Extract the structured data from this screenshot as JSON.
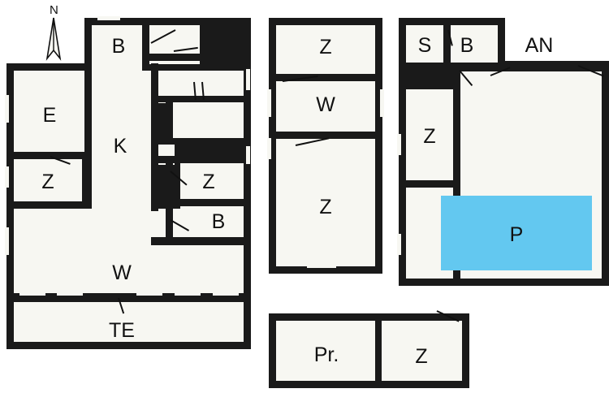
{
  "diagram": {
    "type": "floor-plan",
    "compass": {
      "label": "N"
    },
    "rooms": [
      {
        "id": "B-top",
        "label": "B"
      },
      {
        "id": "E",
        "label": "E"
      },
      {
        "id": "K",
        "label": "K"
      },
      {
        "id": "Z-left",
        "label": "Z"
      },
      {
        "id": "Z-mid-left",
        "label": "Z"
      },
      {
        "id": "B-mid",
        "label": "B"
      },
      {
        "id": "W-main",
        "label": "W"
      },
      {
        "id": "TE",
        "label": "TE"
      },
      {
        "id": "Z-block2-top",
        "label": "Z"
      },
      {
        "id": "W-block2",
        "label": "W"
      },
      {
        "id": "Z-block2-bottom",
        "label": "Z"
      },
      {
        "id": "S",
        "label": "S"
      },
      {
        "id": "B-block3",
        "label": "B"
      },
      {
        "id": "AN",
        "label": "AN"
      },
      {
        "id": "Z-block3",
        "label": "Z"
      },
      {
        "id": "P",
        "label": "P"
      },
      {
        "id": "Pr",
        "label": "Pr."
      },
      {
        "id": "Z-block4",
        "label": "Z"
      }
    ],
    "colors": {
      "wall": "#1a1a1a",
      "floor": "#f7f7f2",
      "pool": "#63c8f0",
      "text": "#111111",
      "background": "#ffffff"
    }
  }
}
